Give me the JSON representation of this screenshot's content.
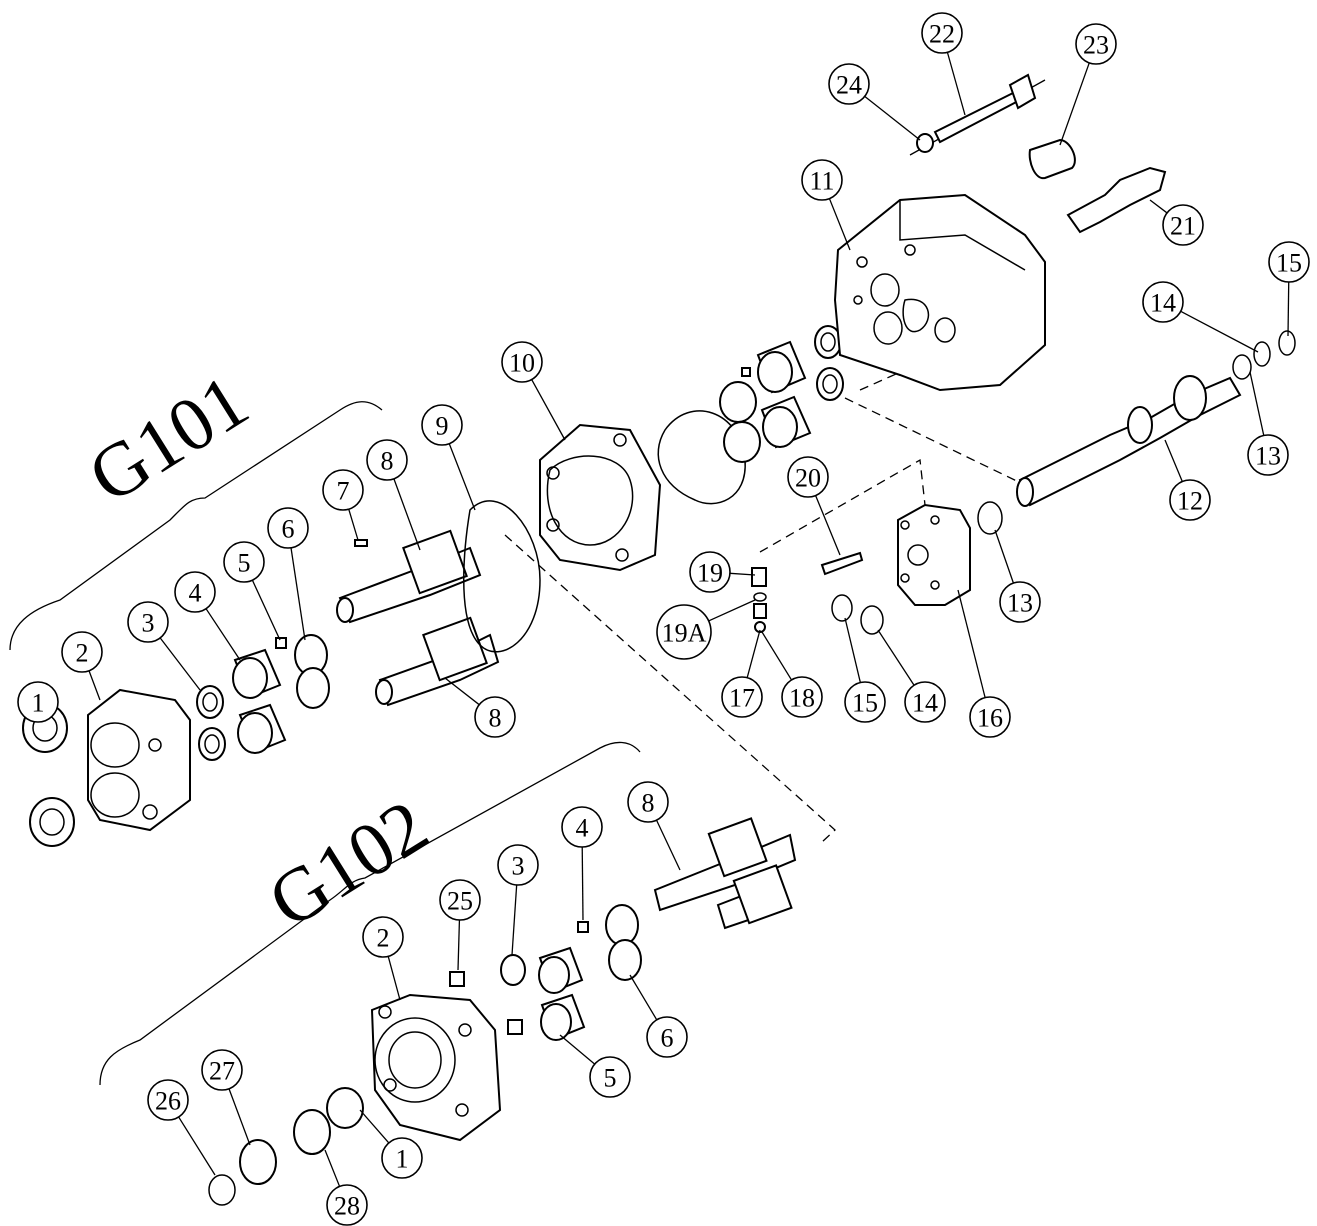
{
  "groups": [
    "G101",
    "G102"
  ],
  "callouts": [
    "1",
    "2",
    "3",
    "4",
    "5",
    "6",
    "7",
    "8",
    "9",
    "10",
    "11",
    "12",
    "13",
    "14",
    "15",
    "16",
    "17",
    "18",
    "19",
    "19A",
    "20",
    "21",
    "22",
    "23",
    "24",
    "25",
    "26",
    "27",
    "28"
  ]
}
